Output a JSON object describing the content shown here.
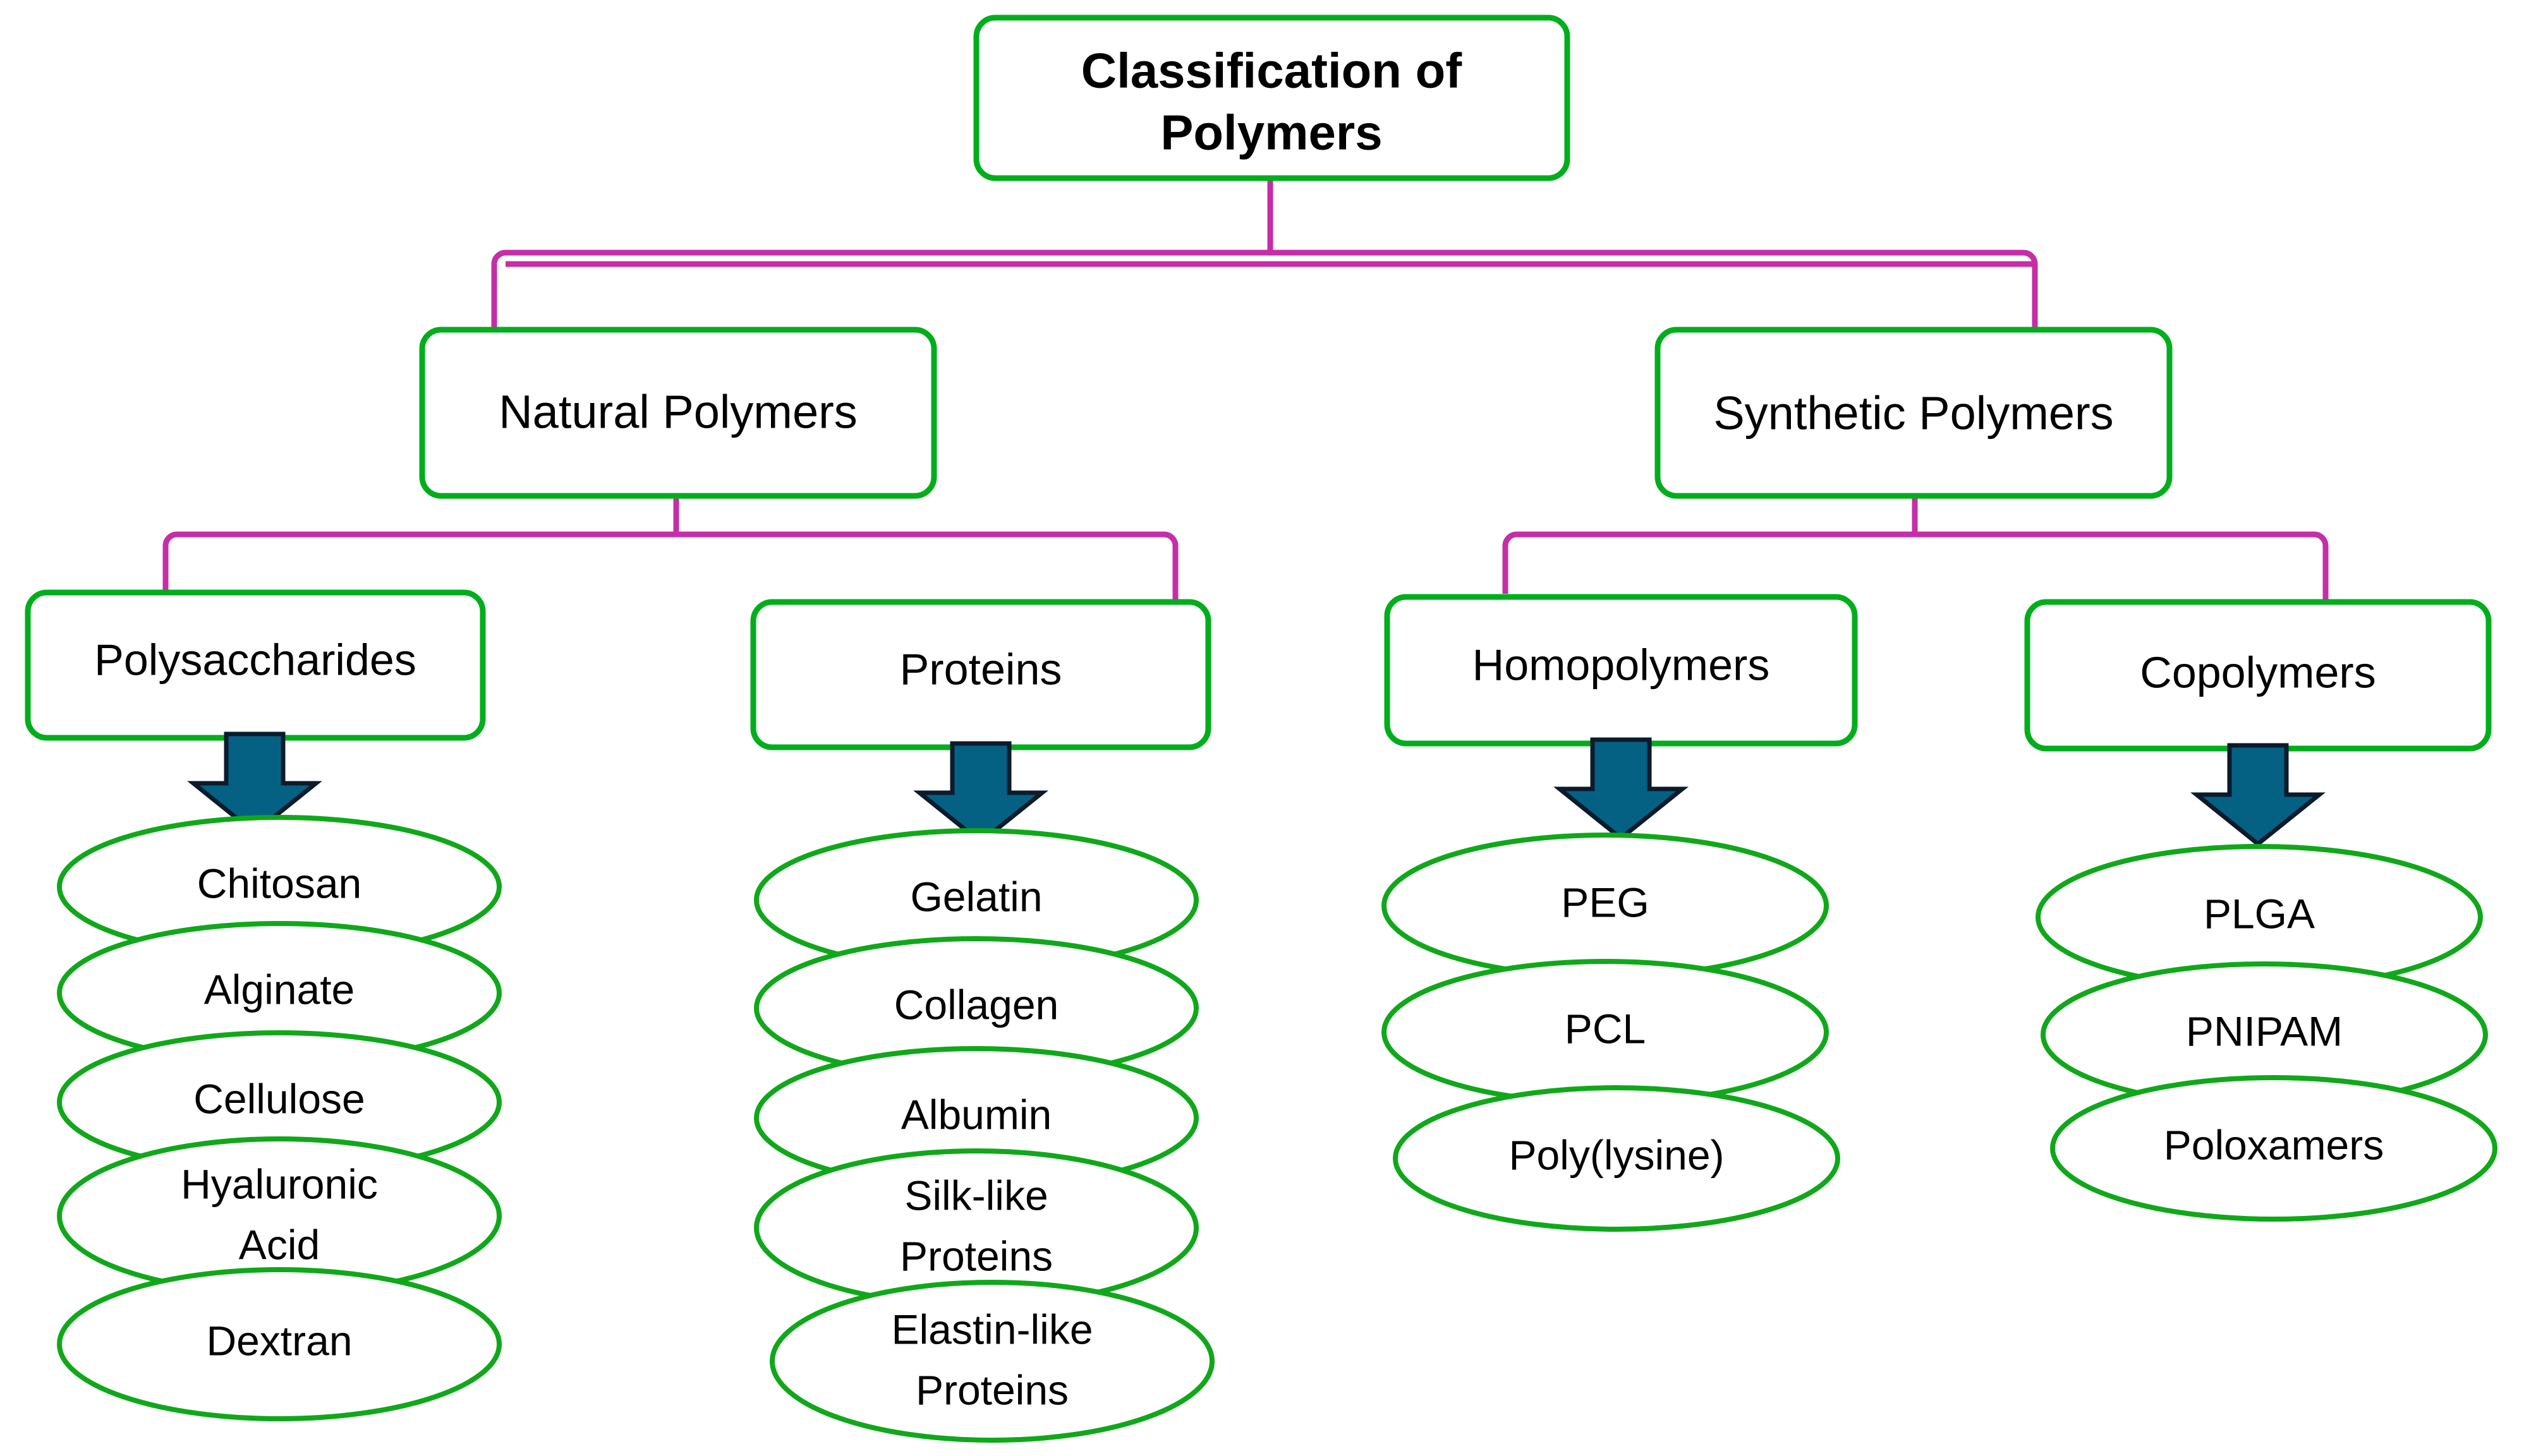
{
  "diagram": {
    "title": "Classification of Polymers",
    "type": "hierarchy-tree",
    "colors": {
      "node_border": "#00AE1C",
      "ellipse_border": "#10A81A",
      "connector": "#C62EA8",
      "arrow_fill": "#046184",
      "arrow_outline": "#0B1B2B",
      "node_fill": "#FFFFFF",
      "background": "#FFFFFF",
      "text": "#000000"
    },
    "root": {
      "label": "Classification of Polymers",
      "line1": "Classification of",
      "line2": "Polymers"
    },
    "level2": [
      {
        "label": "Natural Polymers"
      },
      {
        "label": "Synthetic Polymers"
      }
    ],
    "level3": [
      {
        "label": "Polysaccharides",
        "parent": "Natural Polymers"
      },
      {
        "label": "Proteins",
        "parent": "Natural Polymers"
      },
      {
        "label": "Homopolymers",
        "parent": "Synthetic Polymers"
      },
      {
        "label": "Copolymers",
        "parent": "Synthetic Polymers"
      }
    ],
    "columns": [
      {
        "parent": "Polysaccharides",
        "items": [
          {
            "label": "Chitosan",
            "lines": [
              "Chitosan"
            ]
          },
          {
            "label": "Alginate",
            "lines": [
              "Alginate"
            ]
          },
          {
            "label": "Cellulose",
            "lines": [
              "Cellulose"
            ]
          },
          {
            "label": "Hyaluronic Acid",
            "lines": [
              "Hyaluronic",
              "Acid"
            ]
          },
          {
            "label": "Dextran",
            "lines": [
              "Dextran"
            ]
          }
        ]
      },
      {
        "parent": "Proteins",
        "items": [
          {
            "label": "Gelatin",
            "lines": [
              "Gelatin"
            ]
          },
          {
            "label": "Collagen",
            "lines": [
              "Collagen"
            ]
          },
          {
            "label": "Albumin",
            "lines": [
              "Albumin"
            ]
          },
          {
            "label": "Silk-like Proteins",
            "lines": [
              "Silk-like",
              "Proteins"
            ]
          },
          {
            "label": "Elastin-like Proteins",
            "lines": [
              "Elastin-like",
              "Proteins"
            ]
          }
        ]
      },
      {
        "parent": "Homopolymers",
        "items": [
          {
            "label": "PEG",
            "lines": [
              "PEG"
            ]
          },
          {
            "label": "PCL",
            "lines": [
              "PCL"
            ]
          },
          {
            "label": "Poly(lysine)",
            "lines": [
              "Poly(lysine)"
            ]
          }
        ]
      },
      {
        "parent": "Copolymers",
        "items": [
          {
            "label": "PLGA",
            "lines": [
              "PLGA"
            ]
          },
          {
            "label": "PNIPAM",
            "lines": [
              "PNIPAM"
            ]
          },
          {
            "label": "Poloxamers",
            "lines": [
              "Poloxamers"
            ]
          }
        ]
      }
    ],
    "arrows": [
      {
        "name": "arrow-polysaccharides",
        "from": "Polysaccharides",
        "to": "Chitosan"
      },
      {
        "name": "arrow-proteins",
        "from": "Proteins",
        "to": "Gelatin"
      },
      {
        "name": "arrow-homopolymers",
        "from": "Homopolymers",
        "to": "PEG"
      },
      {
        "name": "arrow-copolymers",
        "from": "Copolymers",
        "to": "PLGA"
      }
    ]
  }
}
